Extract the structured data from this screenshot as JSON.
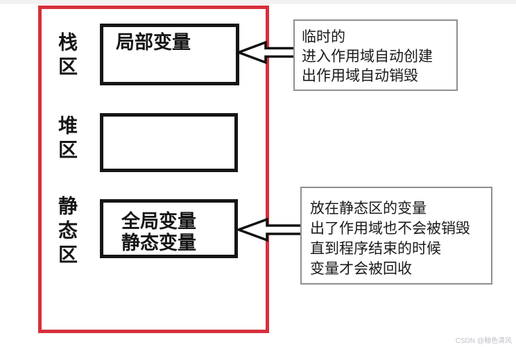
{
  "colors": {
    "frame_red": "#d6303b",
    "box_black": "#161616",
    "annotation_border_gray": "#8f8f8f",
    "text_black": "#1a1a1a",
    "watermark_gray": "#c0c0c8",
    "top_strip": "#f2f2f2"
  },
  "diagram": {
    "regions": [
      {
        "id": "stack",
        "label": "栈区",
        "box_lines": {
          "line1": "局部变量"
        }
      },
      {
        "id": "heap",
        "label": "堆区",
        "box_lines": {}
      },
      {
        "id": "static",
        "label": "静态区",
        "box_lines": {
          "line1": "全局变量",
          "line2": "静态变量"
        }
      }
    ],
    "annotations": [
      {
        "id": "stack-note",
        "lines": {
          "line1": "临时的",
          "line2": "进入作用域自动创建",
          "line3": "出作用域自动销毁"
        }
      },
      {
        "id": "static-note",
        "lines": {
          "line1": "放在静态区的变量",
          "line2": "出了作用域也不会被销毁",
          "line3": "直到程序结束的时候",
          "line4": "变量才会被回收"
        }
      }
    ],
    "arrow_icon": "hollow-left-block-arrow"
  },
  "watermark": "CSDN @釉色清风"
}
